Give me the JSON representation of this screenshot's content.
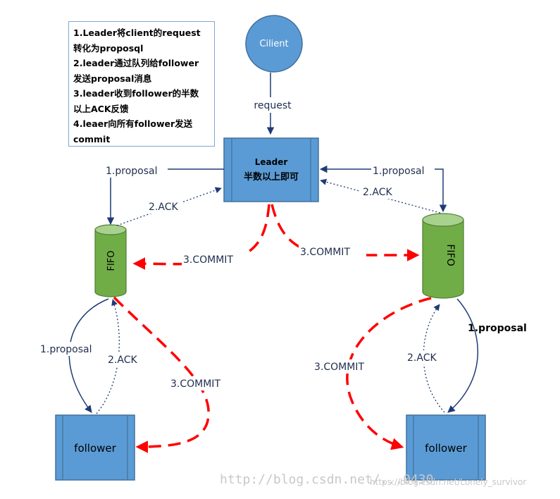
{
  "notes": [
    "1.Leader将client的request",
    "转化为proposql",
    "2.leader通过队列给follower",
    "发送proposal消息",
    "3.leader收到follower的半数",
    "以上ACK反馈",
    "4.leaer向所有follower发送",
    "commit"
  ],
  "client_label": "Cilient",
  "request_label": "request",
  "leader": {
    "title": "Leader",
    "subtitle": "半数以上即可"
  },
  "fifo_label": "FIFO",
  "follower_label": "follower",
  "edges": {
    "proposal": "1.proposal",
    "ack": "2.ACK",
    "commit": "3.COMMIT"
  },
  "colors": {
    "box": "#5b9bd5",
    "box_border": "#41719c",
    "fifo": "#70ad47",
    "arrow": "#1f3b75",
    "commit": "#ff0000"
  },
  "watermark": {
    "primary": "http://blog.csdn.net/...0430",
    "secondary": "https://blog.csdn.net/Lonely_survivor"
  }
}
